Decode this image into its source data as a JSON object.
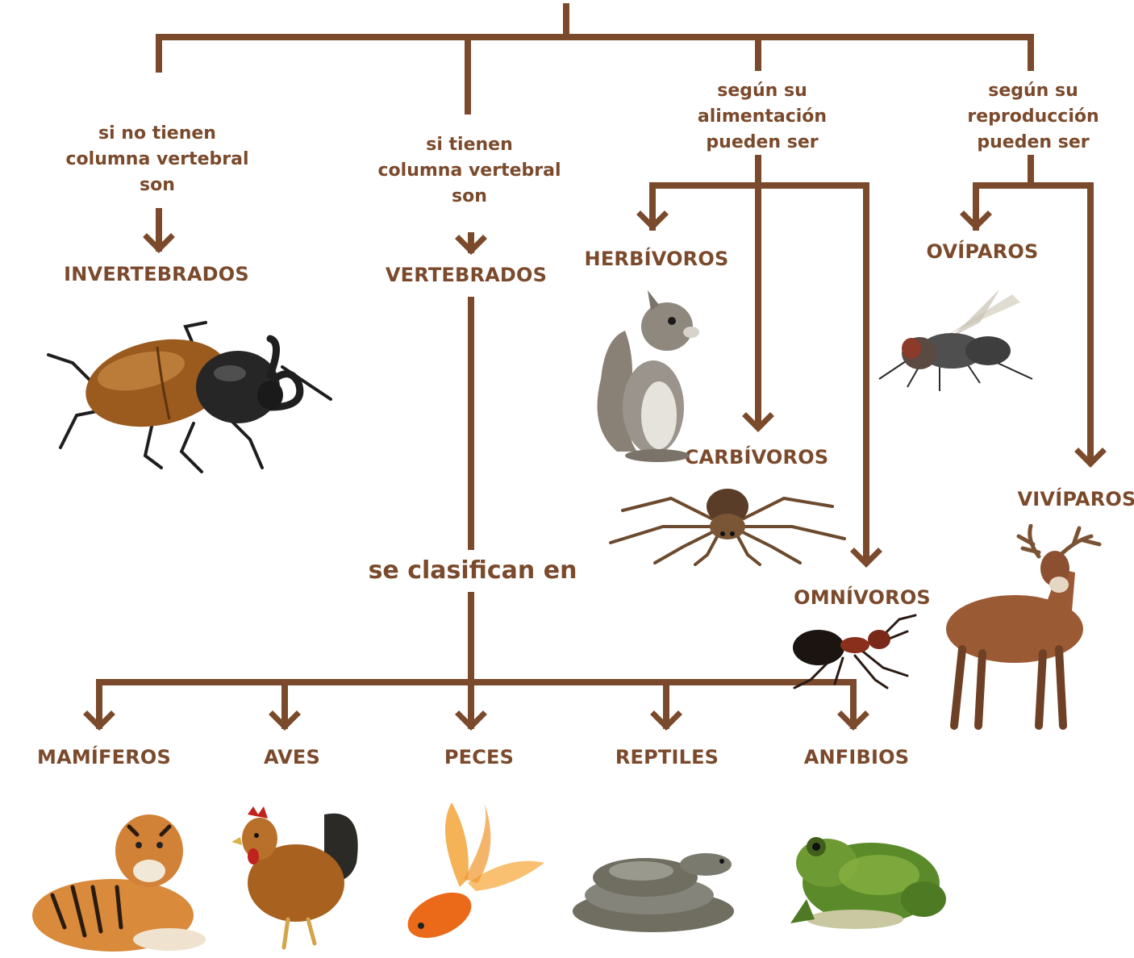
{
  "colors": {
    "line": "#7b4a2c",
    "text": "#7b4a2c"
  },
  "branches": {
    "no_spine": [
      "si no tienen",
      "columna vertebral",
      "son"
    ],
    "spine": [
      "si tienen",
      "columna vertebral",
      "son"
    ],
    "diet": [
      "según su",
      "alimentación",
      "pueden ser"
    ],
    "reproduction": [
      "según su",
      "reproducción",
      "pueden ser"
    ]
  },
  "groups": {
    "invertebrates": "INVERTEBRADOS",
    "vertebrates": "VERTEBRADOS",
    "classify": "se clasifican en"
  },
  "diet_types": {
    "herbivores": "HERBÍVOROS",
    "carnivores": "CARBÍVOROS",
    "omnivores": "OMNÍVOROS"
  },
  "reproduction_types": {
    "oviparous": "OVÍPAROS",
    "viviparous": "VIVÍPAROS"
  },
  "classes": [
    "MAMÍFEROS",
    "AVES",
    "PECES",
    "REPTILES",
    "ANFIBIOS"
  ],
  "photos": [
    "beetle",
    "squirrel",
    "spider",
    "ant",
    "fly",
    "deer",
    "tiger",
    "rooster",
    "goldfish",
    "snake",
    "frog"
  ]
}
